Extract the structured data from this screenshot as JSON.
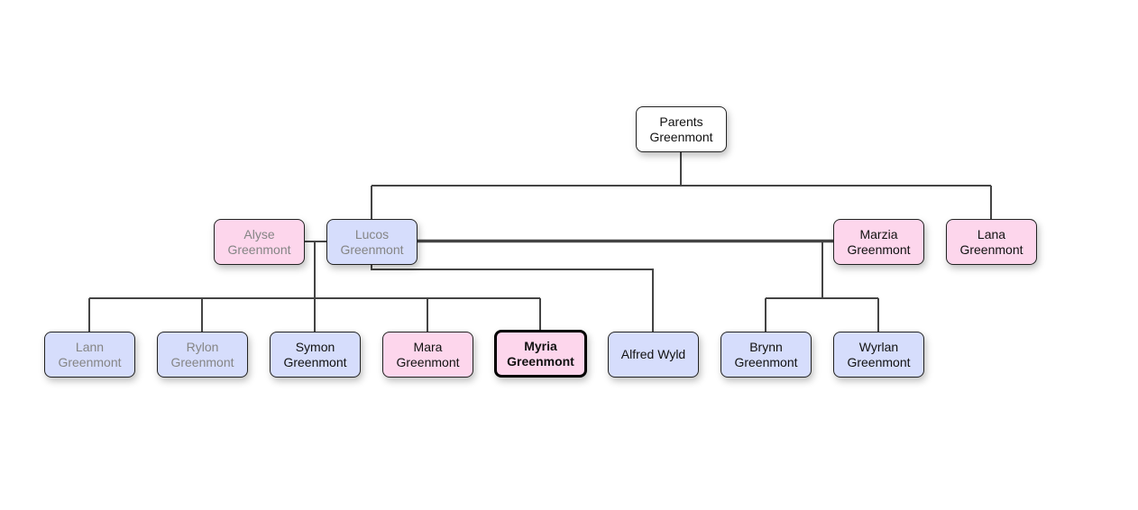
{
  "colors": {
    "male": "#d6ddfc",
    "female": "#fdd6ec",
    "line": "#444444"
  },
  "nodes": {
    "parents": {
      "first": "Parents",
      "last": "Greenmont"
    },
    "alyse": {
      "first": "Alyse",
      "last": "Greenmont"
    },
    "lucos": {
      "first": "Lucos",
      "last": "Greenmont"
    },
    "marzia": {
      "first": "Marzia",
      "last": "Greenmont"
    },
    "lana": {
      "first": "Lana",
      "last": "Greenmont"
    },
    "lann": {
      "first": "Lann",
      "last": "Greenmont"
    },
    "rylon": {
      "first": "Rylon",
      "last": "Greenmont"
    },
    "symon": {
      "first": "Symon",
      "last": "Greenmont"
    },
    "mara": {
      "first": "Mara",
      "last": "Greenmont"
    },
    "myria": {
      "first": "Myria",
      "last": "Greenmont"
    },
    "alfred": {
      "first": "Alfred Wyld"
    },
    "brynn": {
      "first": "Brynn",
      "last": "Greenmont"
    },
    "wyrlan": {
      "first": "Wyrlan",
      "last": "Greenmont"
    }
  }
}
